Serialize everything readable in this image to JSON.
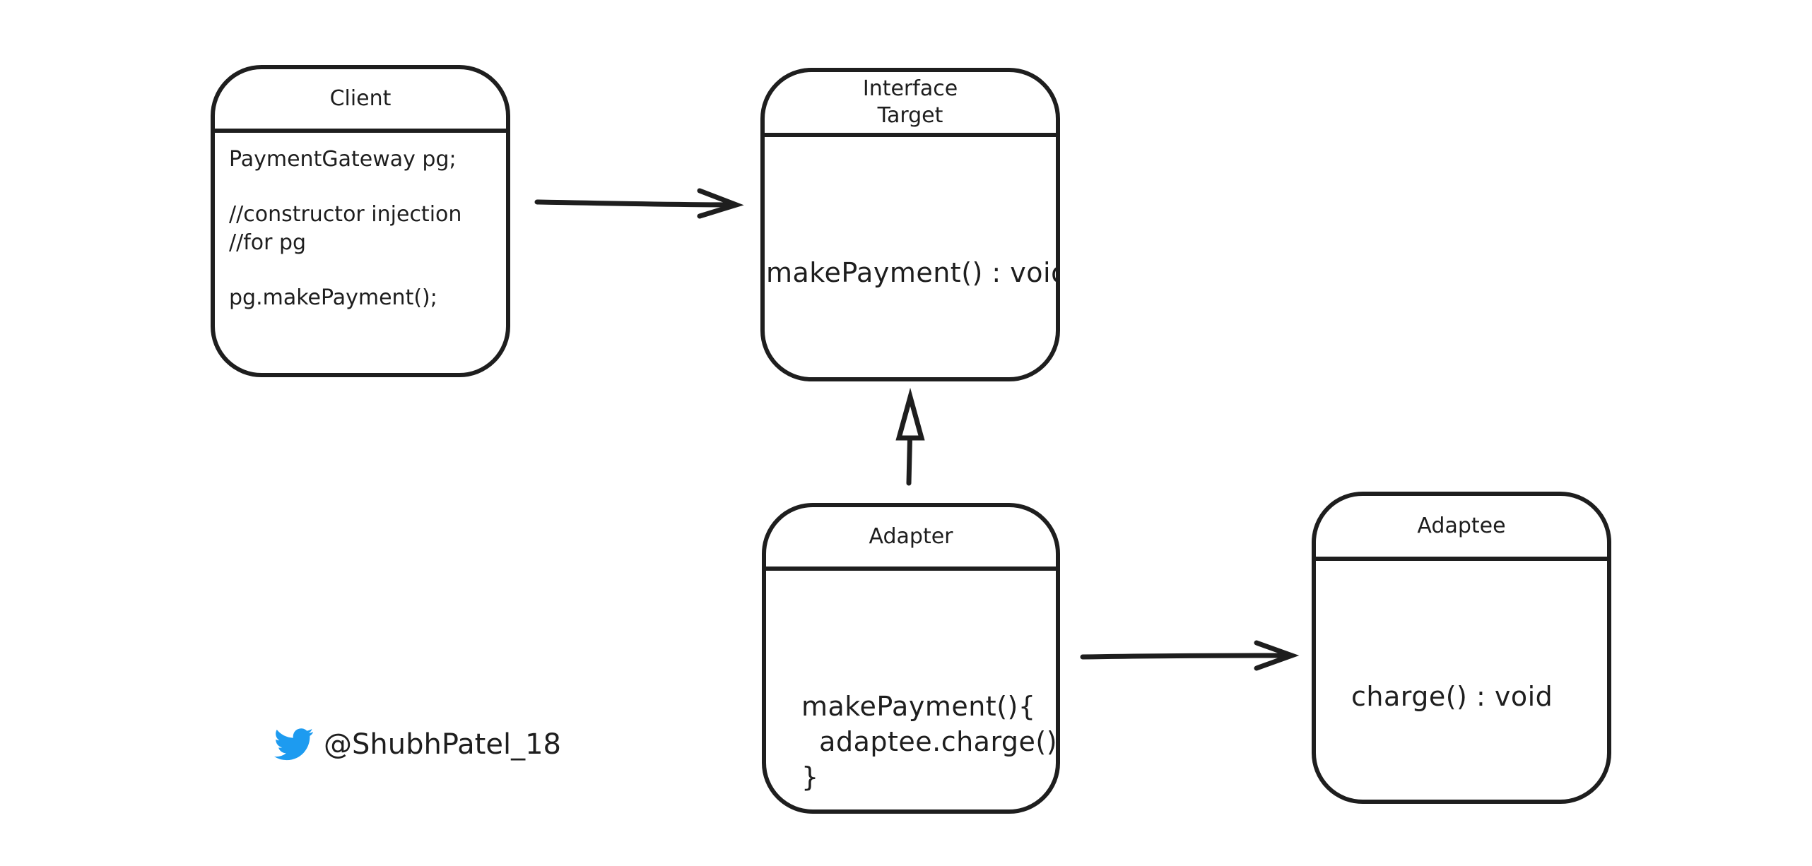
{
  "client": {
    "title": "Client",
    "lines": [
      "PaymentGateway pg;",
      "",
      "//constructor injection",
      "//for pg",
      "",
      "pg.makePayment();"
    ]
  },
  "target": {
    "title": "Interface\nTarget",
    "method": "makePayment() : void"
  },
  "adapter": {
    "title": "Adapter",
    "code": [
      "makePayment(){",
      "  adaptee.charge();",
      "}"
    ]
  },
  "adaptee": {
    "title": "Adaptee",
    "method": "charge() : void"
  },
  "footer": {
    "icon": "twitter-bird-icon",
    "handle": "@ShubhPatel_18",
    "icon_color": "#1d9bf0"
  },
  "colors": {
    "stroke": "#1e1e1e",
    "background": "#ffffff"
  }
}
